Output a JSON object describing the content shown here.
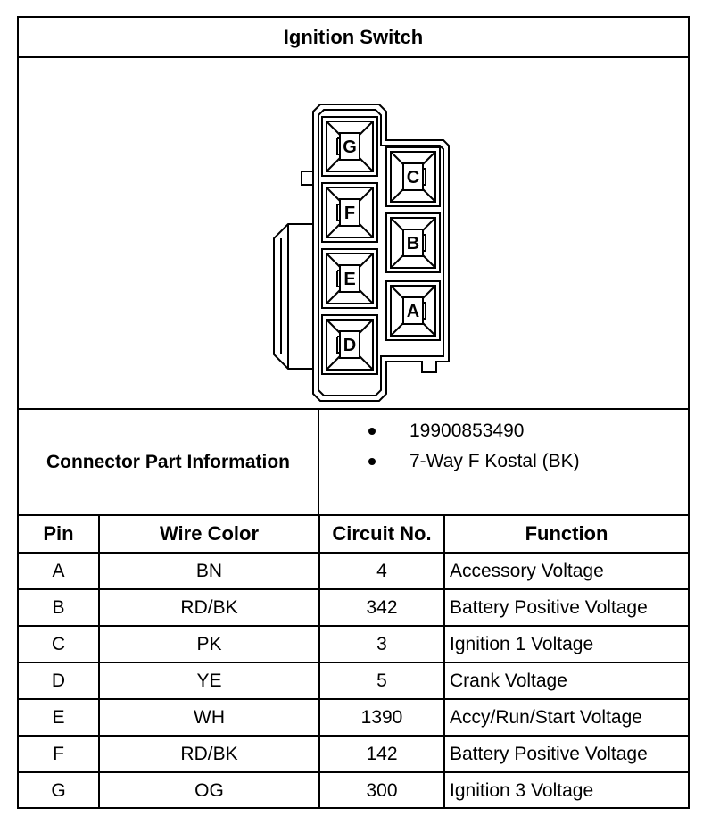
{
  "title": "Ignition Switch",
  "connector_diagram": {
    "cavities": [
      "G",
      "F",
      "E",
      "D",
      "C",
      "B",
      "A"
    ]
  },
  "connector_part_information": {
    "label": "Connector Part Information",
    "items": [
      "19900853490",
      "7-Way F Kostal (BK)"
    ]
  },
  "pin_table": {
    "headers": [
      "Pin",
      "Wire Color",
      "Circuit No.",
      "Function"
    ],
    "rows": [
      {
        "pin": "A",
        "wire_color": "BN",
        "circuit": "4",
        "function": "Accessory Voltage"
      },
      {
        "pin": "B",
        "wire_color": "RD/BK",
        "circuit": "342",
        "function": "Battery Positive Voltage"
      },
      {
        "pin": "C",
        "wire_color": "PK",
        "circuit": "3",
        "function": "Ignition 1 Voltage"
      },
      {
        "pin": "D",
        "wire_color": "YE",
        "circuit": "5",
        "function": "Crank Voltage"
      },
      {
        "pin": "E",
        "wire_color": "WH",
        "circuit": "1390",
        "function": "Accy/Run/Start Voltage"
      },
      {
        "pin": "F",
        "wire_color": "RD/BK",
        "circuit": "142",
        "function": "Battery Positive Voltage"
      },
      {
        "pin": "G",
        "wire_color": "OG",
        "circuit": "300",
        "function": "Ignition 3 Voltage"
      }
    ]
  }
}
